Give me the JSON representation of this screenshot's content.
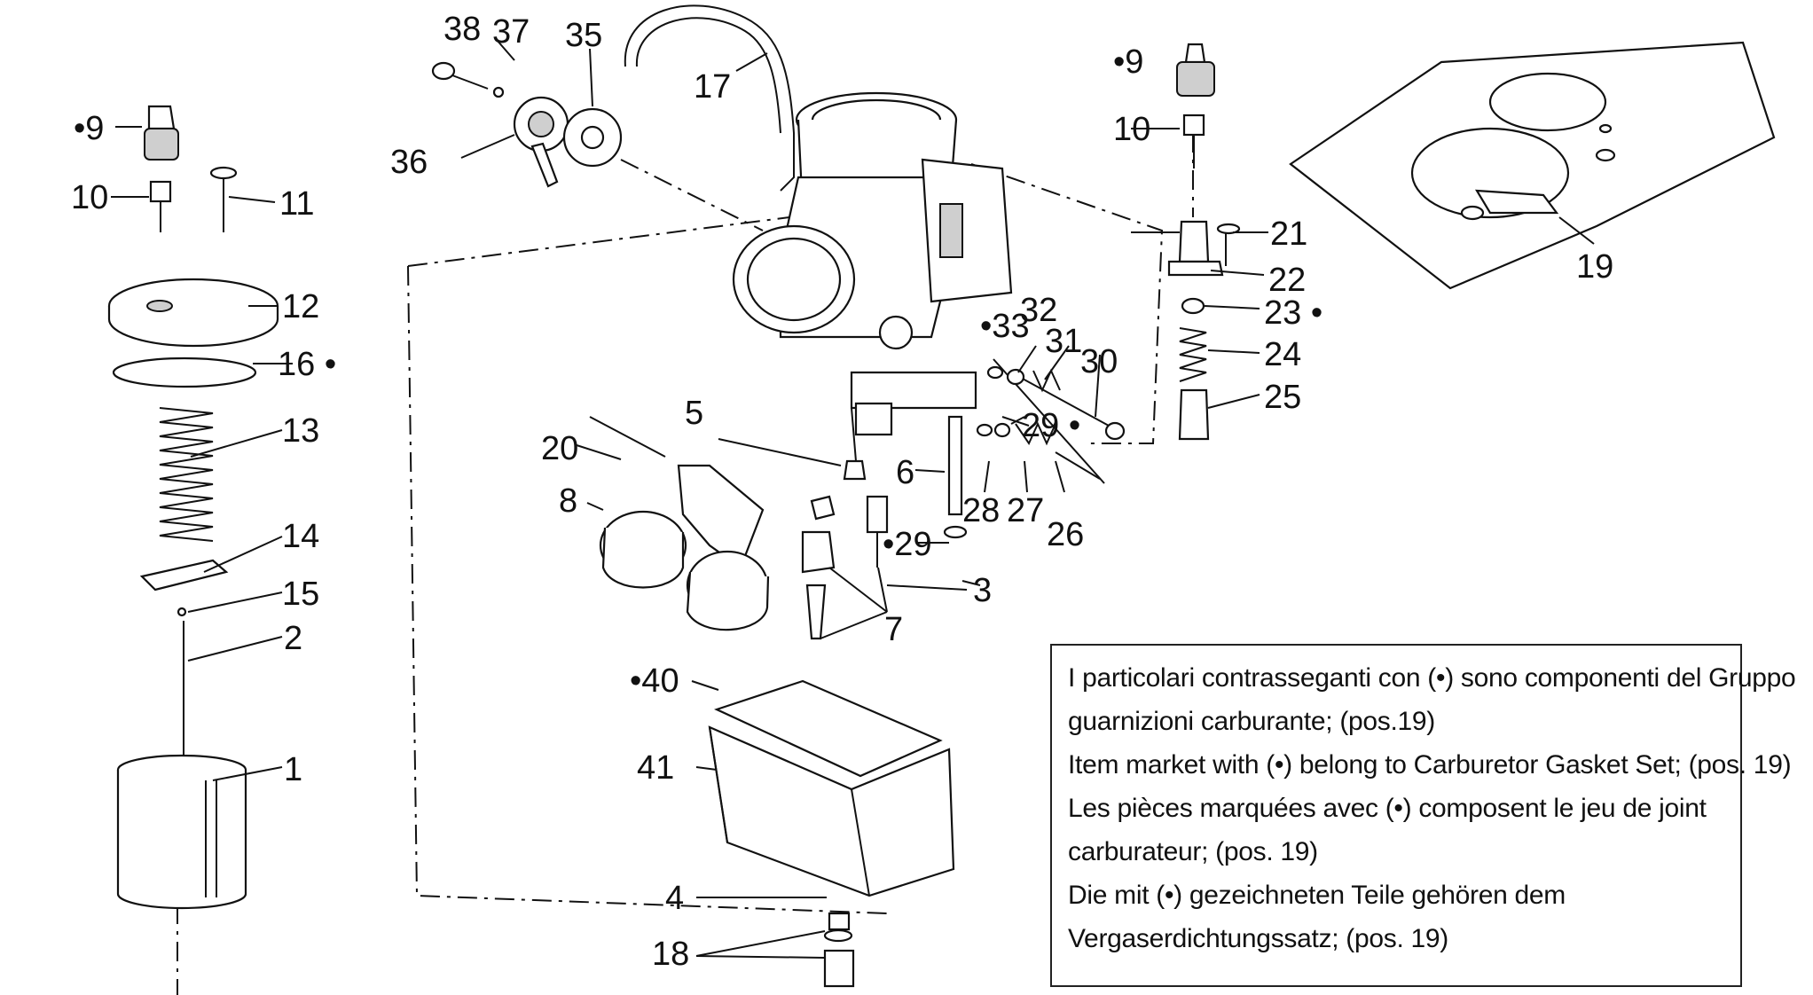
{
  "part_labels": {
    "l1": "1",
    "l2": "2",
    "l3": "3",
    "l4": "4",
    "l5": "5",
    "l6": "6",
    "l7": "7",
    "l8": "8",
    "l9a": "•9",
    "l9b": "•9",
    "l10a": "10",
    "l10b": "10",
    "l11": "11",
    "l12": "12",
    "l13": "13",
    "l14": "14",
    "l15": "15",
    "l16": "16 •",
    "l17": "17",
    "l18": "18",
    "l19": "19",
    "l20": "20",
    "l21": "21",
    "l22": "22",
    "l23": "23 •",
    "l24": "24",
    "l25": "25",
    "l26": "26",
    "l27": "27",
    "l28": "28",
    "l29a": "29 •",
    "l29b": "•29",
    "l30": "30",
    "l31": "31",
    "l32": "32",
    "l33": "•33",
    "l35": "35",
    "l36": "36",
    "l37": "37",
    "l38": "38",
    "l40": "•40",
    "l41": "41"
  },
  "note": {
    "line1": "I particolari contrasseganti con (•) sono componenti del Gruppo",
    "line2": "guarnizioni carburante; (pos.19)",
    "line3": "Item market with (•) belong to Carburetor Gasket Set; (pos. 19)",
    "line4": "Les pièces marquées avec (•) composent le jeu de joint",
    "line5": "carburateur; (pos. 19)",
    "line6": "Die mit (•) gezeichneten Teile gehören dem",
    "line7": "Vergaserdichtungssatz; (pos. 19)"
  }
}
